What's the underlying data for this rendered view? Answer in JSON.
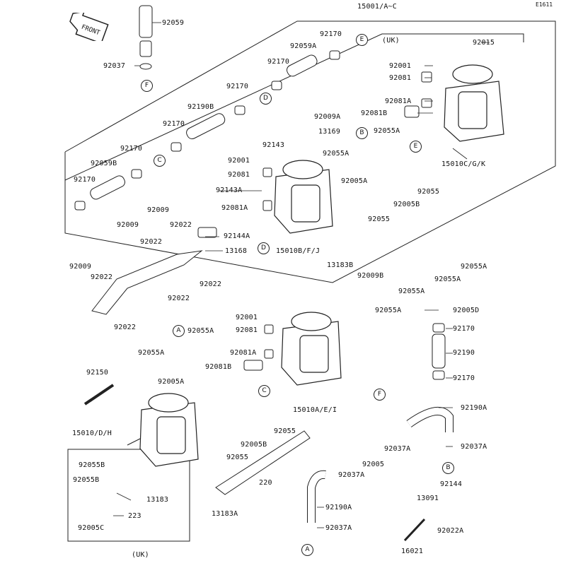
{
  "diagram_code": "E1611",
  "front_label": "FRONT",
  "assembly_label": "15001/A~C",
  "uk_label_top": "(UK)",
  "uk_label_bottom": "(UK)",
  "refs": [
    "A",
    "B",
    "C",
    "D",
    "E",
    "F"
  ],
  "parts": [
    "92059",
    "92037",
    "92170",
    "92059A",
    "92170",
    "92170",
    "92190B",
    "92170",
    "92170",
    "92059B",
    "92170",
    "92015",
    "92001",
    "92081",
    "92081A",
    "92081B",
    "92009A",
    "13169",
    "92055A",
    "15010C/G/K",
    "92143",
    "92001",
    "92081",
    "92143A",
    "92081A",
    "92055A",
    "92005A",
    "92055",
    "92005B",
    "92055",
    "92009",
    "92009",
    "92022",
    "92022",
    "92144A",
    "13168",
    "92009",
    "92022",
    "92022",
    "92022",
    "92022",
    "15010B/F/J",
    "13183B",
    "92009B",
    "92055A",
    "92055A",
    "92055A",
    "92055A",
    "92005D",
    "92170",
    "92190",
    "92170",
    "92001",
    "92081",
    "92081A",
    "92081B",
    "15010A/E/I",
    "92055A",
    "92055A",
    "92005A",
    "92150",
    "15010/D/H",
    "92055",
    "92005B",
    "92055",
    "92190A",
    "92037A",
    "92037A",
    "92005",
    "92037A",
    "92055B",
    "92055B",
    "13183",
    "92005C",
    "223",
    "220",
    "13183A",
    "92190A",
    "92037A",
    "92144",
    "13091",
    "92022A",
    "16021"
  ]
}
